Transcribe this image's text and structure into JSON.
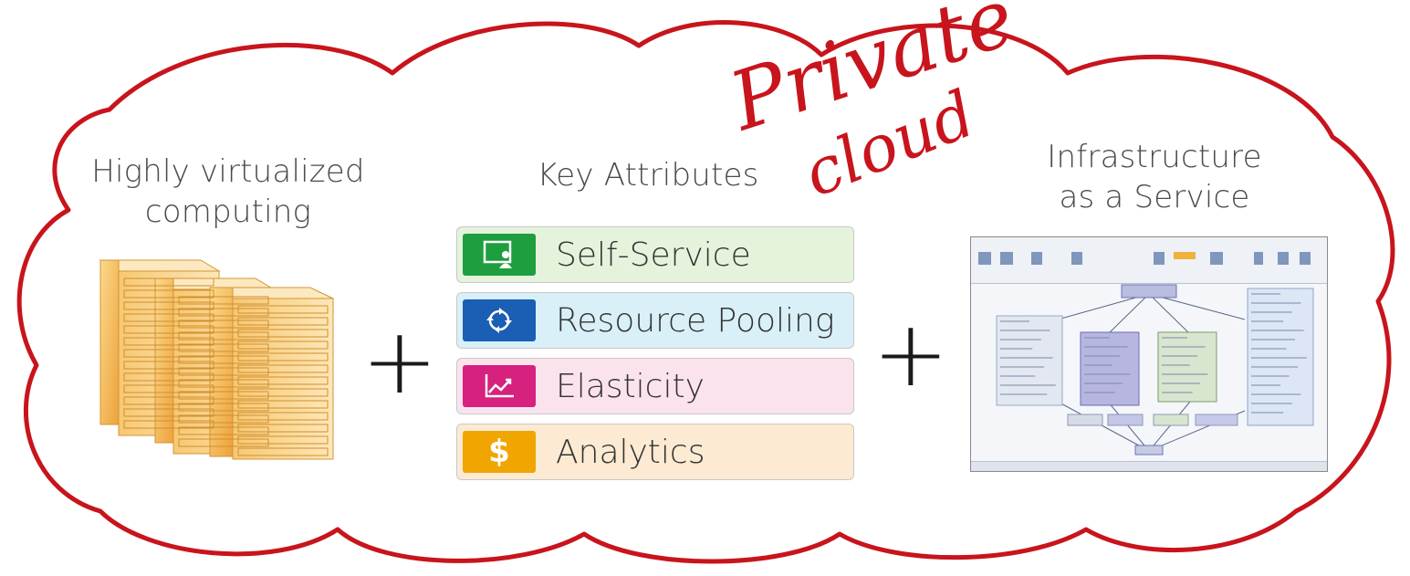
{
  "left": {
    "caption_line1": "Highly virtualized",
    "caption_line2": "computing"
  },
  "middle": {
    "title": "Key Attributes",
    "attributes": [
      {
        "label": "Self-Service",
        "icon": "person-at-screen-icon",
        "color": "#1e9e3e",
        "bg": "#e6f3dc"
      },
      {
        "label": "Resource Pooling",
        "icon": "cycle-arrows-icon",
        "color": "#1a5fb4",
        "bg": "#d9f0f8"
      },
      {
        "label": "Elasticity",
        "icon": "growth-chart-icon",
        "color": "#d6217e",
        "bg": "#fbe3ee"
      },
      {
        "label": "Analytics",
        "icon": "dollar-icon",
        "color": "#f0a500",
        "bg": "#fcebd2"
      }
    ]
  },
  "right": {
    "caption_line1": "Infrastructure",
    "caption_line2": "as a Service"
  },
  "handwriting": {
    "line1": "Private",
    "line2": "cloud",
    "color": "#c8141c"
  },
  "operators": {
    "plus1": "+",
    "plus2": "+"
  },
  "colors": {
    "cloud_outline": "#c8141c",
    "server_orange": "#f5b94f"
  }
}
